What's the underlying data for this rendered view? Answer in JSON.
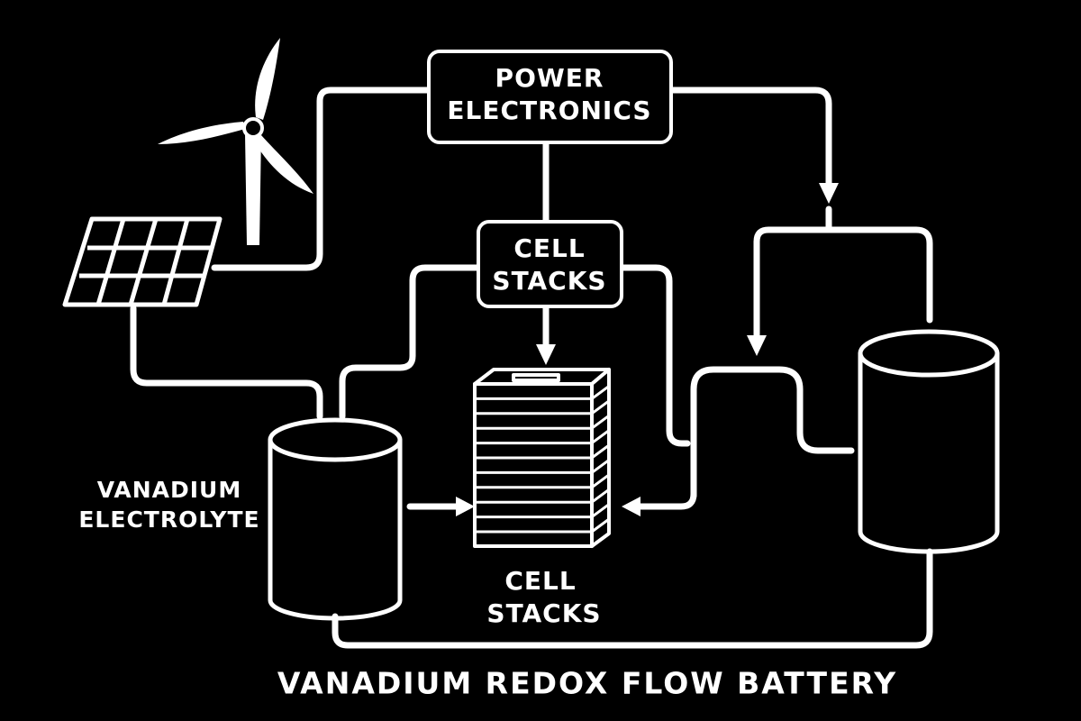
{
  "power_electronics": {
    "line1": "POWER",
    "line2": "ELECTRONICS"
  },
  "cell_stacks_box": {
    "line1": "CELL",
    "line2": "STACKS"
  },
  "cell_stacks_label": {
    "line1": "CELL",
    "line2": "STACKS"
  },
  "electrolyte_label": {
    "line1": "VANADIUM",
    "line2": "ELECTROLYTE"
  },
  "title": "VANADIUM REDOX FLOW BATTERY",
  "colors": {
    "background": "#000000",
    "foreground": "#ffffff"
  }
}
